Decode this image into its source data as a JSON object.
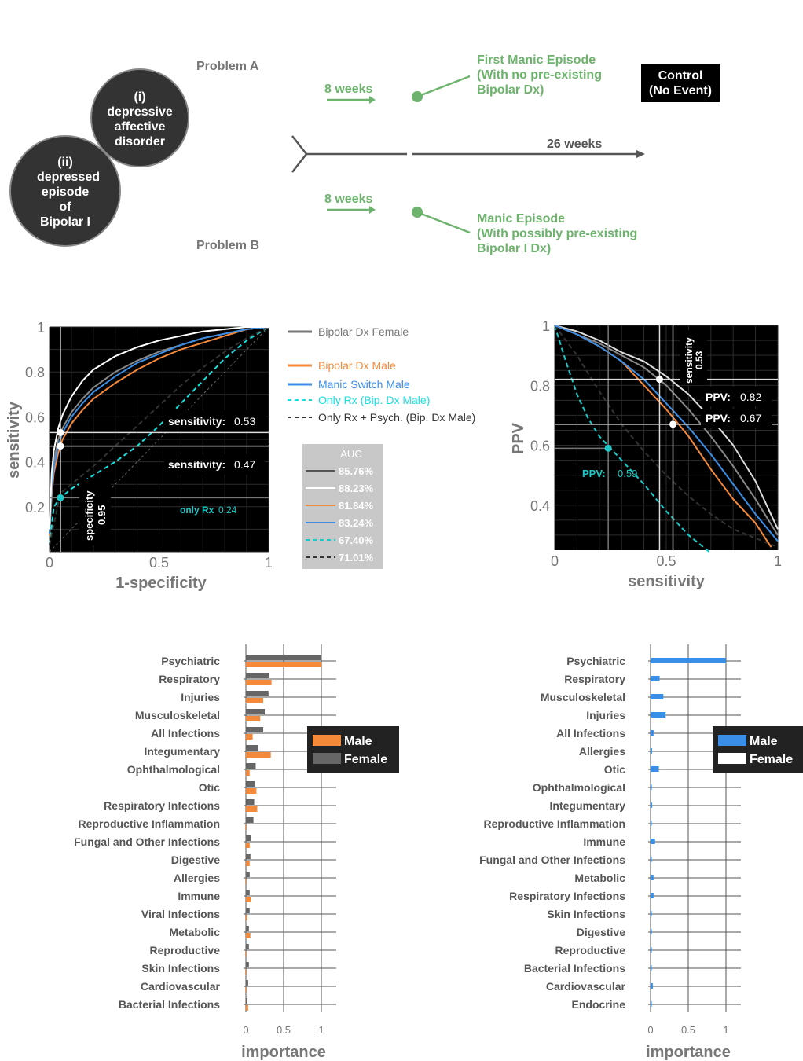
{
  "top": {
    "circle1": {
      "lines": [
        "(i)",
        "depressive",
        "affective",
        "disorder"
      ]
    },
    "circle2": {
      "lines": [
        "(ii)",
        "depressed",
        "episode",
        "of",
        "Bipolar I"
      ]
    },
    "problem_a": "Problem A",
    "problem_b": "Problem B",
    "weeks_a": "8 weeks",
    "weeks_b": "8 weeks",
    "timeline_label": "26 weeks",
    "event_a": [
      "First Manic Episode",
      "(With no pre-existing",
      "Bipolar Dx)"
    ],
    "event_b": [
      "Manic Episode",
      "(With possibly pre-existing",
      "Bipolar I Dx)"
    ],
    "control": [
      "Control",
      "(No Event)"
    ],
    "colors": {
      "green": "#6db36d",
      "dark": "#333333",
      "gray": "#777777"
    }
  },
  "chart_data": [
    {
      "type": "line",
      "title": "",
      "xlabel": "1-specificity",
      "ylabel": "sensitivity",
      "xlim": [
        0,
        1
      ],
      "ylim": [
        0,
        1
      ],
      "xticks": [
        "0",
        "0.5",
        "1"
      ],
      "yticks": [
        "0.2",
        "0.4",
        "0.6",
        "0.8",
        "1"
      ],
      "grid": true,
      "legend": {
        "entries": [
          {
            "label": "Bipolar Dx Female",
            "color": "#777777",
            "dash": "solid"
          },
          {
            "label": "Bipolar Dx Male",
            "color": "#f5893a",
            "dash": "solid"
          },
          {
            "label": "Manic Switch Male",
            "color": "#3a8ee6",
            "dash": "solid"
          },
          {
            "label": "Only Rx (Bip. Dx Male)",
            "color": "#19e0e0",
            "dash": "dashed"
          },
          {
            "label": "Only Rx + Psych. (Bip. Dx Male)",
            "color": "#333333",
            "dash": "dashed"
          }
        ],
        "auc_title": "AUC",
        "auc_values": [
          {
            "value": "85.76%",
            "color": "#555555",
            "dash": "solid"
          },
          {
            "value": "88.23%",
            "color": "#ffffff",
            "dash": "solid"
          },
          {
            "value": "81.84%",
            "color": "#f5893a",
            "dash": "solid"
          },
          {
            "value": "83.24%",
            "color": "#3a8ee6",
            "dash": "solid"
          },
          {
            "value": "67.40%",
            "color": "#19c8c8",
            "dash": "dashed"
          },
          {
            "value": "71.01%",
            "color": "#333333",
            "dash": "dashed"
          }
        ]
      },
      "series": [
        {
          "color": "#888888",
          "dash": "solid",
          "x": [
            0,
            0.01,
            0.02,
            0.04,
            0.06,
            0.1,
            0.15,
            0.2,
            0.3,
            0.4,
            0.5,
            0.6,
            0.7,
            0.8,
            0.9,
            1
          ],
          "y": [
            0.08,
            0.3,
            0.4,
            0.5,
            0.55,
            0.62,
            0.68,
            0.73,
            0.8,
            0.85,
            0.89,
            0.92,
            0.95,
            0.97,
            0.99,
            1
          ]
        },
        {
          "color": "#ffffff",
          "dash": "solid",
          "x": [
            0,
            0.01,
            0.02,
            0.04,
            0.06,
            0.1,
            0.15,
            0.2,
            0.3,
            0.4,
            0.5,
            0.6,
            0.7,
            0.8,
            0.9,
            1
          ],
          "y": [
            0.1,
            0.35,
            0.45,
            0.55,
            0.61,
            0.69,
            0.76,
            0.81,
            0.87,
            0.91,
            0.94,
            0.96,
            0.98,
            0.99,
            1,
            1
          ]
        },
        {
          "color": "#f5893a",
          "dash": "solid",
          "x": [
            0,
            0.01,
            0.02,
            0.04,
            0.06,
            0.1,
            0.15,
            0.2,
            0.3,
            0.4,
            0.5,
            0.6,
            0.7,
            0.8,
            0.9,
            1
          ],
          "y": [
            0.07,
            0.25,
            0.35,
            0.44,
            0.5,
            0.57,
            0.63,
            0.68,
            0.75,
            0.81,
            0.86,
            0.9,
            0.93,
            0.96,
            0.99,
            1
          ]
        },
        {
          "color": "#3a8ee6",
          "dash": "solid",
          "x": [
            0,
            0.01,
            0.02,
            0.04,
            0.06,
            0.1,
            0.15,
            0.2,
            0.3,
            0.4,
            0.5,
            0.6,
            0.7,
            0.8,
            0.9,
            1
          ],
          "y": [
            0.08,
            0.28,
            0.38,
            0.47,
            0.53,
            0.6,
            0.66,
            0.71,
            0.78,
            0.84,
            0.88,
            0.92,
            0.95,
            0.97,
            0.99,
            1
          ]
        },
        {
          "color": "#19e0e0",
          "dash": "dashed",
          "x": [
            0,
            0.02,
            0.05,
            0.1,
            0.2,
            0.3,
            0.4,
            0.5,
            0.6,
            0.7,
            0.8,
            0.9,
            1
          ],
          "y": [
            0.03,
            0.2,
            0.24,
            0.28,
            0.34,
            0.4,
            0.47,
            0.56,
            0.66,
            0.76,
            0.86,
            0.94,
            1
          ]
        },
        {
          "color": "#333333",
          "dash": "dashed",
          "x": [
            0,
            0.05,
            0.1,
            0.2,
            0.3,
            0.4,
            0.5,
            0.6,
            0.7,
            0.8,
            0.9,
            1
          ],
          "y": [
            0.03,
            0.26,
            0.3,
            0.38,
            0.47,
            0.56,
            0.65,
            0.74,
            0.82,
            0.89,
            0.95,
            1
          ]
        }
      ],
      "annotations": {
        "sensitivity_1": {
          "label": "sensitivity:",
          "value": "0.53",
          "y": 0.53
        },
        "sensitivity_2": {
          "label": "sensitivity:",
          "value": "0.47",
          "y": 0.47
        },
        "specificity": {
          "label": "specificity",
          "value": "0.95",
          "x": 0.05
        },
        "only_rx": {
          "label": "only Rx",
          "value": "0.24",
          "y": 0.24
        }
      }
    },
    {
      "type": "line",
      "title": "",
      "xlabel": "sensitivity",
      "ylabel": "PPV",
      "xlim": [
        0,
        1
      ],
      "ylim": [
        0.25,
        1
      ],
      "xticks": [
        "0",
        "0.5",
        "1"
      ],
      "yticks": [
        "0.4",
        "0.6",
        "0.8",
        "1"
      ],
      "grid": true,
      "series": [
        {
          "color": "#888888",
          "dash": "solid",
          "x": [
            0,
            0.1,
            0.2,
            0.3,
            0.4,
            0.5,
            0.6,
            0.7,
            0.8,
            0.9,
            1
          ],
          "y": [
            1,
            0.97,
            0.94,
            0.9,
            0.86,
            0.8,
            0.72,
            0.63,
            0.53,
            0.42,
            0.3
          ]
        },
        {
          "color": "#dddddd",
          "dash": "solid",
          "x": [
            0,
            0.1,
            0.2,
            0.3,
            0.4,
            0.5,
            0.6,
            0.7,
            0.8,
            0.9,
            1
          ],
          "y": [
            1,
            0.98,
            0.95,
            0.91,
            0.88,
            0.83,
            0.77,
            0.69,
            0.6,
            0.48,
            0.32
          ]
        },
        {
          "color": "#f5893a",
          "dash": "solid",
          "x": [
            0,
            0.1,
            0.2,
            0.3,
            0.4,
            0.5,
            0.6,
            0.7,
            0.8,
            0.9,
            0.97
          ],
          "y": [
            1,
            0.97,
            0.93,
            0.88,
            0.8,
            0.72,
            0.63,
            0.52,
            0.42,
            0.34,
            0.26
          ]
        },
        {
          "color": "#3a8ee6",
          "dash": "solid",
          "x": [
            0,
            0.1,
            0.2,
            0.3,
            0.4,
            0.5,
            0.6,
            0.7,
            0.8,
            0.9,
            1
          ],
          "y": [
            1,
            0.97,
            0.93,
            0.88,
            0.82,
            0.74,
            0.66,
            0.57,
            0.47,
            0.37,
            0.28
          ]
        },
        {
          "color": "#19c8c8",
          "dash": "dashed",
          "x": [
            0,
            0.05,
            0.1,
            0.15,
            0.2,
            0.25,
            0.3,
            0.4,
            0.5,
            0.6,
            0.7
          ],
          "y": [
            1,
            0.88,
            0.77,
            0.69,
            0.63,
            0.59,
            0.55,
            0.47,
            0.38,
            0.3,
            0.24
          ]
        },
        {
          "color": "#333333",
          "dash": "dashed",
          "x": [
            0,
            0.1,
            0.2,
            0.3,
            0.4,
            0.5,
            0.6,
            0.7,
            0.8,
            0.9,
            1
          ],
          "y": [
            1,
            0.9,
            0.78,
            0.67,
            0.58,
            0.5,
            0.43,
            0.37,
            0.32,
            0.29,
            0.26
          ]
        }
      ],
      "annotations": {
        "ppv_1": {
          "label": "PPV:",
          "value": "0.82",
          "y": 0.82
        },
        "ppv_2": {
          "label": "PPV:",
          "value": "0.67",
          "y": 0.67
        },
        "sensitivity": {
          "label": "sensitivity",
          "value": "0.53"
        },
        "ppv_3": {
          "label": "PPV:",
          "value": "0.59"
        }
      }
    },
    {
      "type": "bar",
      "orientation": "horizontal",
      "xlabel": "importance",
      "xlim": [
        0,
        1
      ],
      "xticks": [
        "0",
        "0.5",
        "1"
      ],
      "categories": [
        "Psychiatric",
        "Respiratory",
        "Injuries",
        "Musculoskeletal",
        "All Infections",
        "Integumentary",
        "Ophthalmological",
        "Otic",
        "Respiratory Infections",
        "Reproductive Inflammation",
        "Fungal and Other Infections",
        "Digestive",
        "Allergies",
        "Immune",
        "Viral Infections",
        "Metabolic",
        "Reproductive",
        "Skin Infections",
        "Cardiovascular",
        "Bacterial Infections"
      ],
      "series": [
        {
          "name": "Female",
          "color": "#666666",
          "values": [
            1,
            0.31,
            0.3,
            0.25,
            0.23,
            0.16,
            0.13,
            0.12,
            0.11,
            0.1,
            0.07,
            0.06,
            0.05,
            0.05,
            0.05,
            0.04,
            0.04,
            0.04,
            0.03,
            0.02
          ]
        },
        {
          "name": "Male",
          "color": "#f5893a",
          "values": [
            1,
            0.34,
            0.23,
            0.19,
            0.09,
            0.33,
            0.05,
            0.14,
            0.15,
            0.01,
            0.05,
            0.05,
            0.01,
            0.07,
            0.02,
            0.06,
            0.01,
            0.01,
            0.01,
            0.03
          ]
        }
      ],
      "legend": {
        "entries": [
          {
            "label": "Male",
            "color": "#f5893a"
          },
          {
            "label": "Female",
            "color": "#666666"
          }
        ]
      }
    },
    {
      "type": "bar",
      "orientation": "horizontal",
      "xlabel": "importance",
      "xlim": [
        0,
        1
      ],
      "xticks": [
        "0",
        "0.5",
        "1"
      ],
      "categories": [
        "Psychiatric",
        "Respiratory",
        "Musculoskeletal",
        "Injuries",
        "All Infections",
        "Allergies",
        "Otic",
        "Ophthalmological",
        "Integumentary",
        "Reproductive Inflammation",
        "Immune",
        "Fungal and Other Infections",
        "Metabolic",
        "Respiratory Infections",
        "Skin Infections",
        "Digestive",
        "Reproductive",
        "Bacterial Infections",
        "Cardiovascular",
        "Endocrine"
      ],
      "series": [
        {
          "name": "Female",
          "color": "#ffffff",
          "values": [
            1,
            0.12,
            0.17,
            0.2,
            0.04,
            0.02,
            0.11,
            0.01,
            0.02,
            0.01,
            0.06,
            0.01,
            0.04,
            0.04,
            0.01,
            0.01,
            0.01,
            0.01,
            0.03,
            0.01
          ]
        },
        {
          "name": "Male",
          "color": "#3a8ee6",
          "values": [
            1,
            0.12,
            0.17,
            0.2,
            0.04,
            0.02,
            0.11,
            0.01,
            0.02,
            0.01,
            0.06,
            0.01,
            0.04,
            0.04,
            0.01,
            0.01,
            0.01,
            0.01,
            0.03,
            0.01
          ]
        }
      ],
      "legend": {
        "entries": [
          {
            "label": "Male",
            "color": "#3a8ee6"
          },
          {
            "label": "Female",
            "color": "#ffffff"
          }
        ]
      }
    }
  ]
}
